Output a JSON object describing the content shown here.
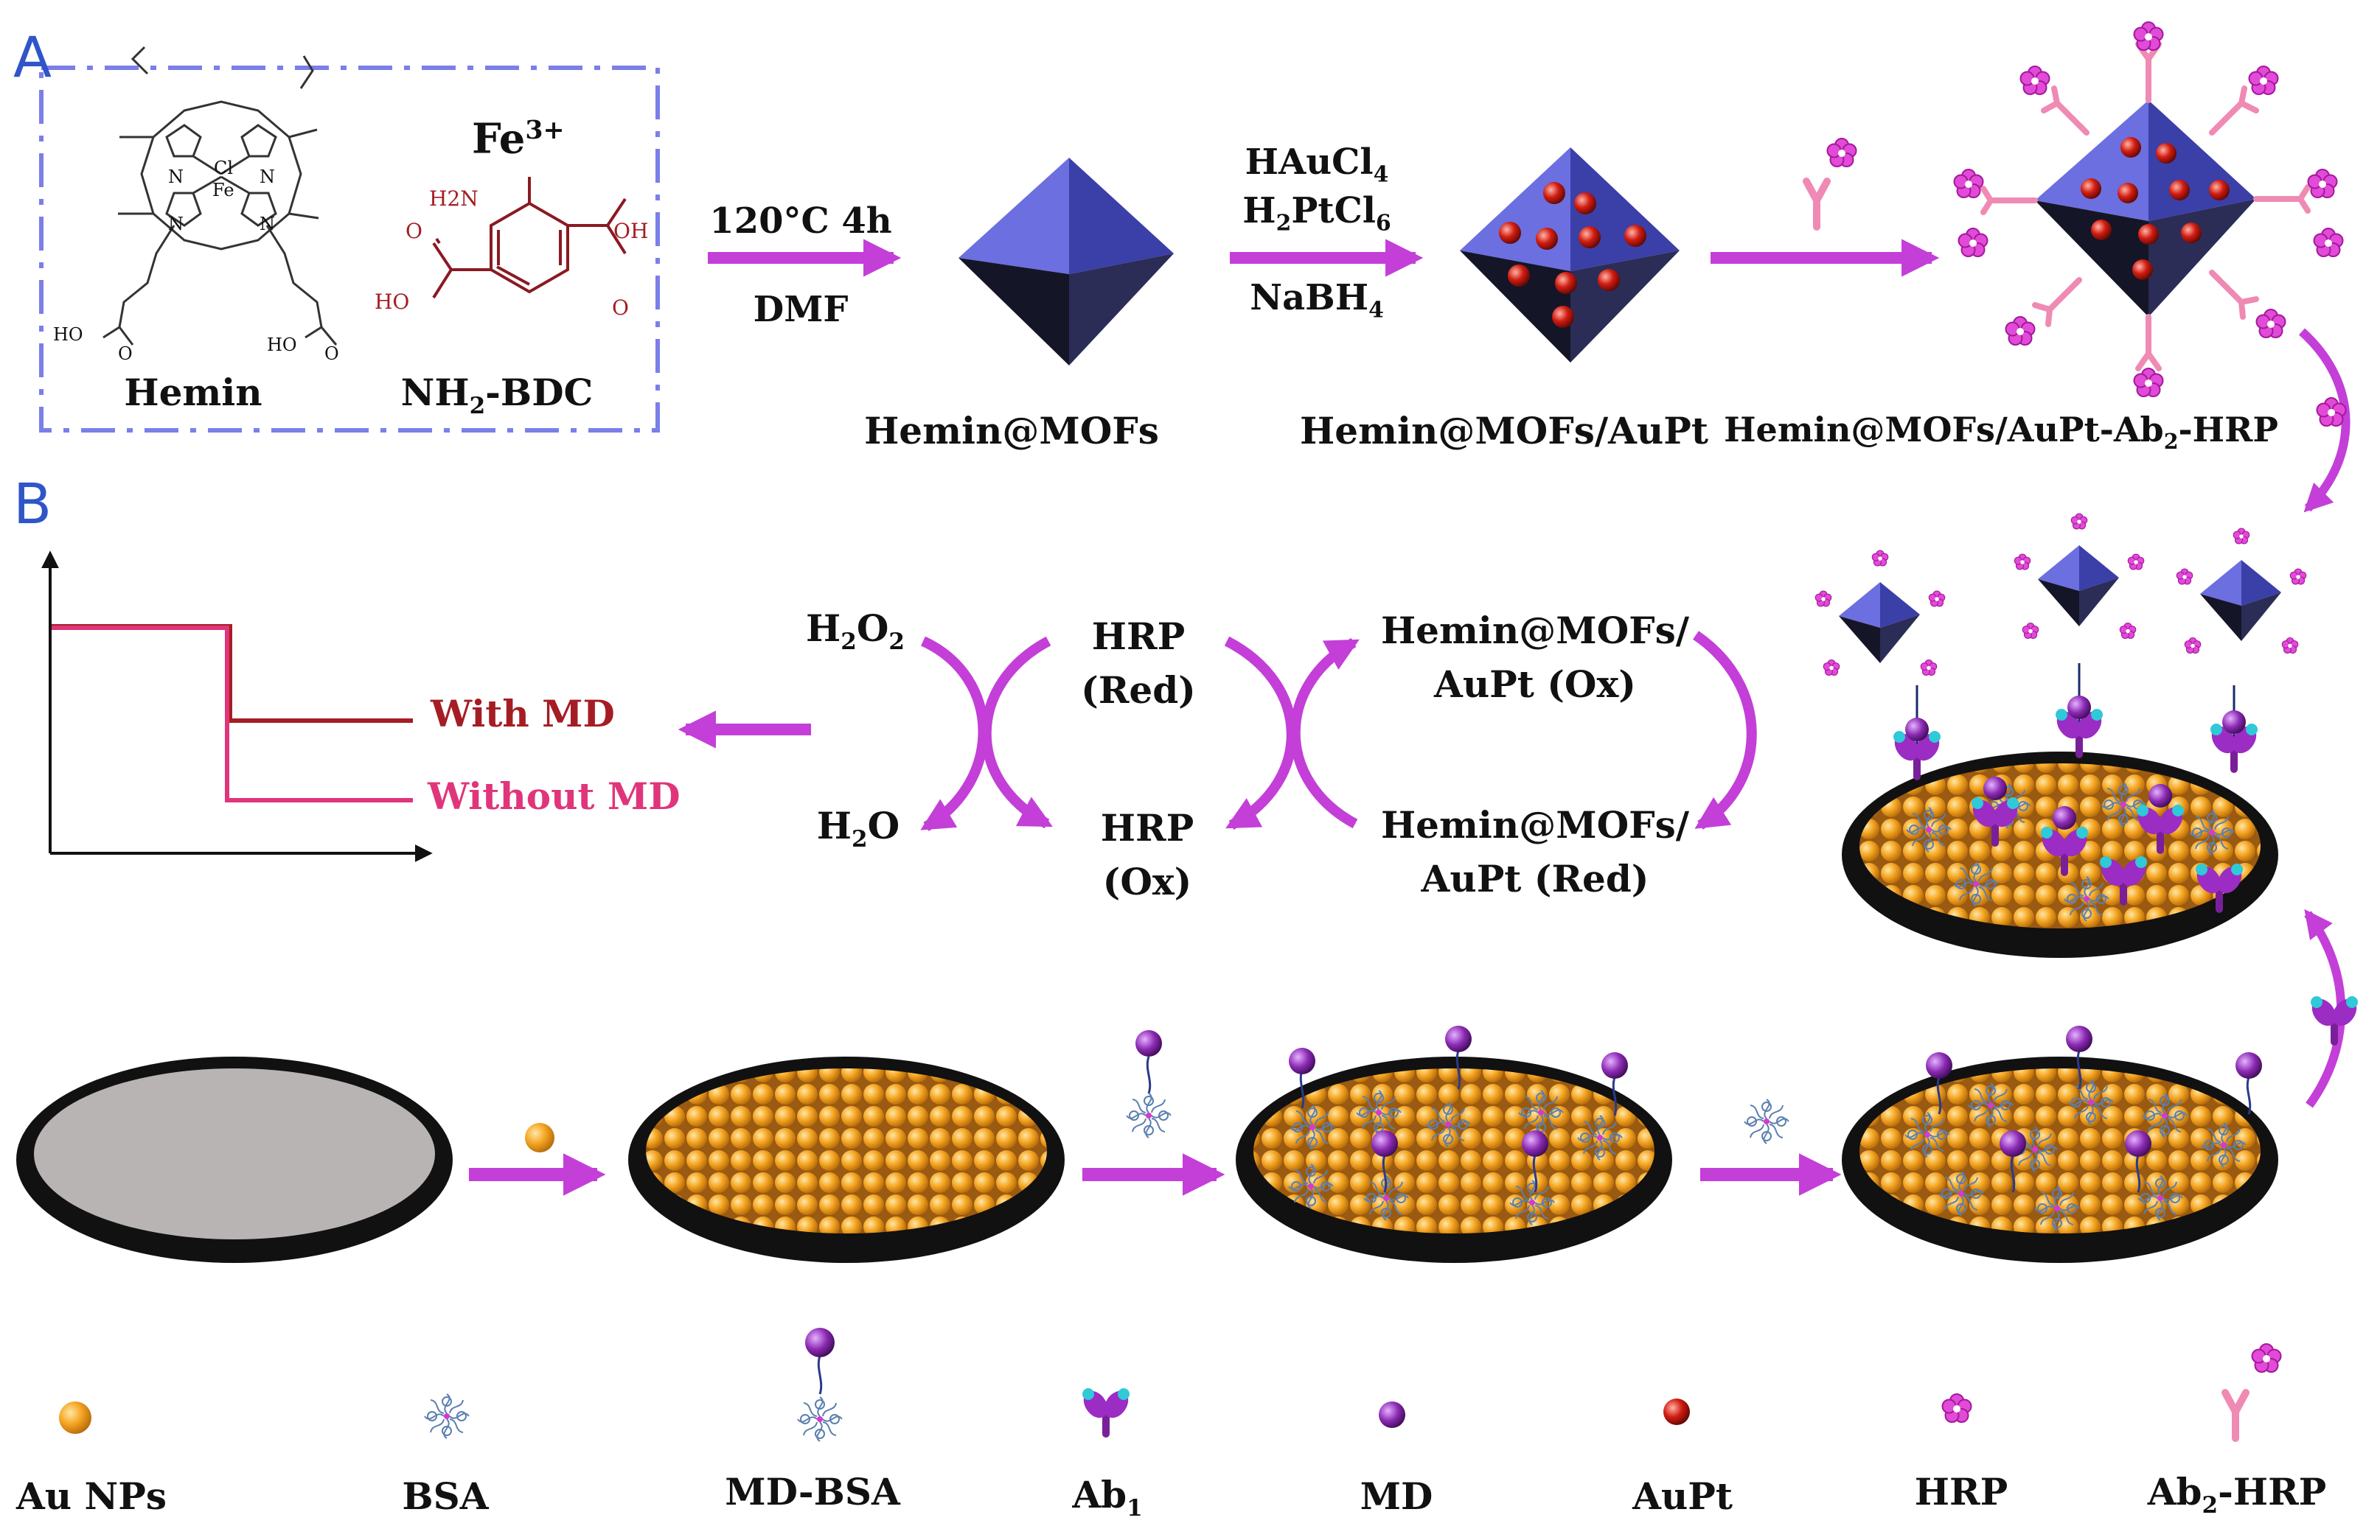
{
  "panels": {
    "a": "A",
    "b": "B"
  },
  "panel_a": {
    "hemin_label": "Hemin",
    "hemin_atoms": {
      "cl": "Cl",
      "fe": "Fe",
      "n": "N",
      "ho": "HO",
      "o": "O"
    },
    "fe_ion": {
      "symbol": "Fe",
      "charge": "3+"
    },
    "linker_label": {
      "pre": "NH",
      "sub": "2",
      "post": "-BDC"
    },
    "linker_atoms": {
      "h2n": "H2N",
      "oh": "OH",
      "ho": "HO",
      "o": "O"
    },
    "step1": {
      "top": "120°C 4h",
      "bottom": "DMF"
    },
    "step2": {
      "line1": {
        "pre": "HAuCl",
        "sub": "4"
      },
      "line2": {
        "pre": "H",
        "sub1": "2",
        "mid": "PtCl",
        "sub2": "6"
      },
      "line3": {
        "pre": "NaBH",
        "sub": "4"
      }
    },
    "products": {
      "p1": "Hemin@MOFs",
      "p2": "Hemin@MOFs/AuPt",
      "p3": {
        "pre": "Hemin@MOFs/AuPt-Ab",
        "sub": "2",
        "post": "-HRP"
      }
    }
  },
  "panel_b": {
    "cycle": {
      "h2o2": {
        "pre": "H",
        "sub1": "2",
        "mid": "O",
        "sub2": "2"
      },
      "h2o": {
        "pre": "H",
        "sub": "2",
        "post": "O"
      },
      "hrp_red": {
        "l1": "HRP",
        "l2": "(Red)"
      },
      "hrp_ox": {
        "l1": "HRP",
        "l2": "(Ox)"
      },
      "mof_ox": {
        "l1": "Hemin@MOFs/",
        "l2": "AuPt (Ox)"
      },
      "mof_red": {
        "l1": "Hemin@MOFs/",
        "l2": "AuPt (Red)"
      }
    },
    "signal": {
      "with": "With MD",
      "without": "Without MD"
    }
  },
  "legend": {
    "items": [
      {
        "label": "Au NPs"
      },
      {
        "label": "BSA"
      },
      {
        "label": "MD-BSA"
      },
      {
        "label": "Ab",
        "sub": "1"
      },
      {
        "label": "MD"
      },
      {
        "label": "AuPt"
      },
      {
        "label": "HRP"
      },
      {
        "label": "Ab",
        "sub": "2",
        "post": "-HRP"
      }
    ]
  },
  "colors": {
    "arrow": "#c33fd8",
    "dashed_box": "#7b7fe8",
    "mof": "#5b5fd6",
    "gold": "#f19a1f",
    "electrode_gray": "#b9b4b4",
    "md_purple": "#8a2bb0",
    "hrp_pink": "#e24ad8",
    "antibody_pink": "#ef8ab4",
    "with_md_line": "#a51d24",
    "without_md_line": "#e0357a",
    "panel_label": "#2f55c8"
  }
}
